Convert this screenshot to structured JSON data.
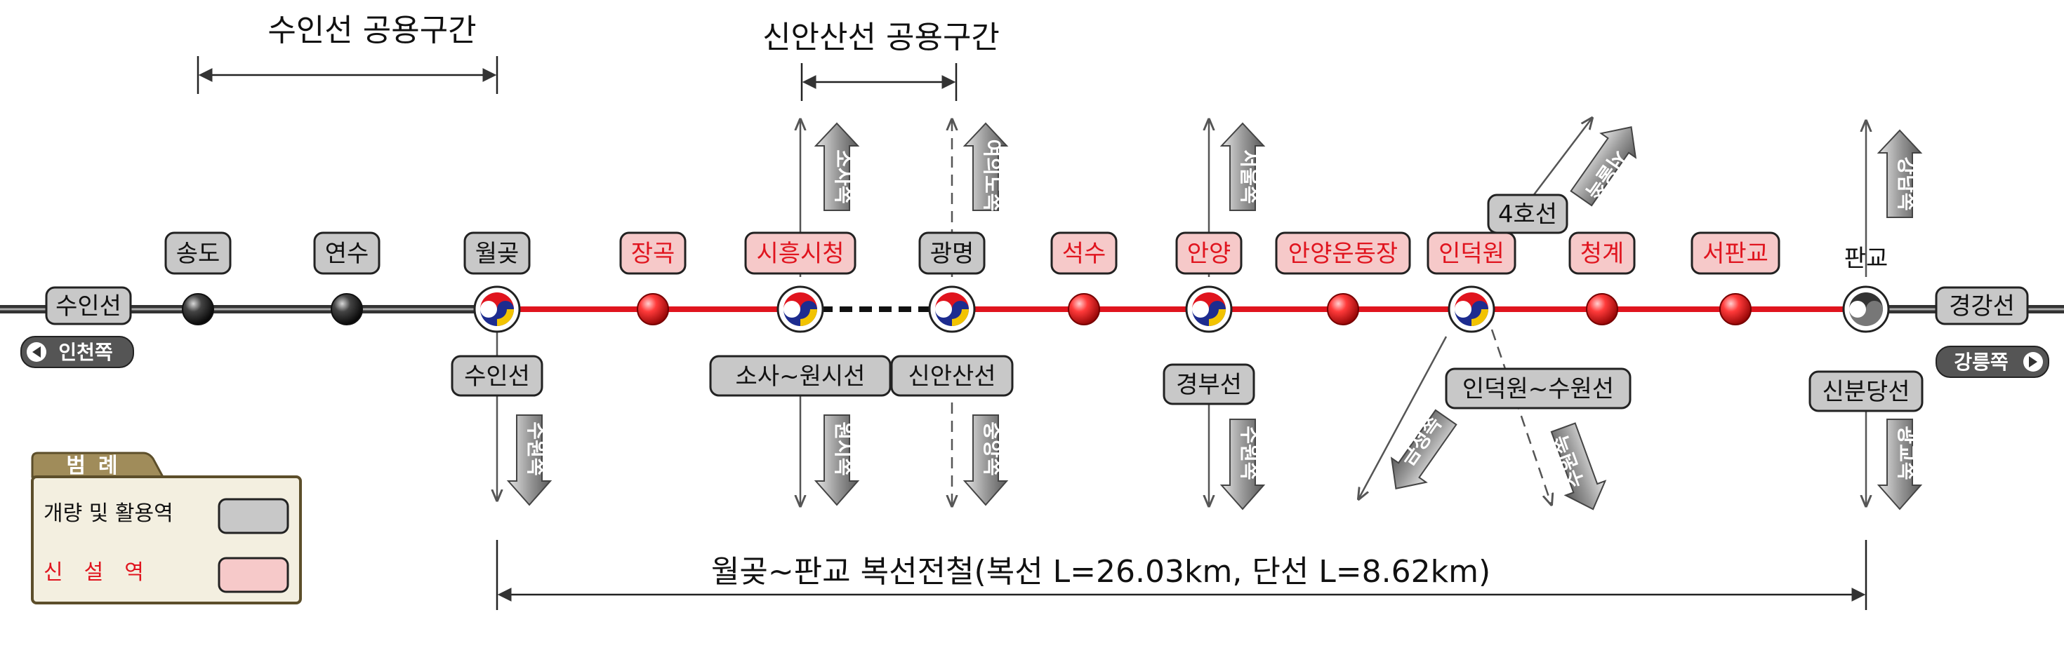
{
  "headers": {
    "suin_shared": "수인선 공용구간",
    "sinansan_shared": "신안산선 공용구간"
  },
  "stations": [
    {
      "id": "songdo",
      "name": "송도",
      "kind": "existing"
    },
    {
      "id": "yeonsu",
      "name": "연수",
      "kind": "existing"
    },
    {
      "id": "wolgot",
      "name": "월곶",
      "kind": "existing"
    },
    {
      "id": "janggok",
      "name": "장곡",
      "kind": "new"
    },
    {
      "id": "siheung_cityhall",
      "name": "시흥시청",
      "kind": "new"
    },
    {
      "id": "gwangmyeong",
      "name": "광명",
      "kind": "existing"
    },
    {
      "id": "seoksu",
      "name": "석수",
      "kind": "new"
    },
    {
      "id": "anyang",
      "name": "안양",
      "kind": "new"
    },
    {
      "id": "anyang_stadium",
      "name": "안양운동장",
      "kind": "new"
    },
    {
      "id": "indeogwon",
      "name": "인덕원",
      "kind": "new"
    },
    {
      "id": "cheonggye",
      "name": "청계",
      "kind": "new"
    },
    {
      "id": "seopangyo",
      "name": "서판교",
      "kind": "new"
    },
    {
      "id": "pangyo",
      "name": "판교",
      "kind": "plain"
    }
  ],
  "line_labels": {
    "west_line": "수인선",
    "west_direction": "인천쪽",
    "east_line": "경강선",
    "east_direction": "강릉쪽"
  },
  "transfers": {
    "wolgot": {
      "line": "수인선",
      "down": "수원쪽"
    },
    "siheung": {
      "line": "소사~원시선",
      "up": "소사쪽",
      "down": "원시쪽"
    },
    "gwangmyeong": {
      "line": "신안산선",
      "up": "여의도쪽",
      "down": "중앙쪽"
    },
    "anyang": {
      "line": "경부선",
      "up": "서울쪽",
      "down": "수원쪽"
    },
    "indeogwon": {
      "line_up": "4호선",
      "line_down": "인덕원~수원선",
      "up": "서울쪽",
      "down_left": "금정쪽",
      "down_right": "수원쪽"
    },
    "pangyo": {
      "line": "신분당선",
      "up": "강남쪽",
      "down": "광교쪽"
    }
  },
  "legend": {
    "title": "범례",
    "existing": "개량 및 활용역",
    "new": "신설역",
    "existing_color": "#c8c8c8",
    "new_color": "#f6c9c9"
  },
  "caption": "월곶~판교 복선전철(복선 L=26.03km, 단선 L=8.62km)",
  "colors": {
    "new_line": "#e0141e",
    "existing_line": "#333333"
  }
}
